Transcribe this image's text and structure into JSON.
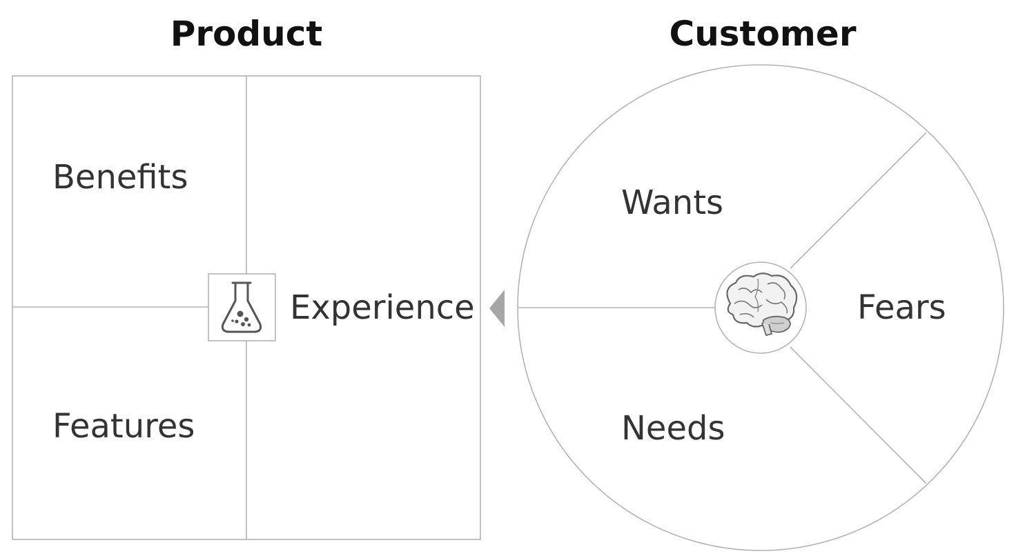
{
  "product": {
    "title": "Product",
    "quadrants": {
      "benefits": "Benefits",
      "features": "Features",
      "experience": "Experience"
    },
    "center_icon": "flask-icon"
  },
  "customer": {
    "title": "Customer",
    "segments": {
      "wants": "Wants",
      "fears": "Fears",
      "needs": "Needs"
    },
    "center_icon": "brain-icon"
  },
  "connector": {
    "direction": "left",
    "icon": "arrow-left-triangle-icon"
  },
  "colors": {
    "line": "#b3b3b3",
    "text": "#333333",
    "title": "#111111",
    "arrow": "#a6a6a6",
    "icon": "#555555"
  }
}
